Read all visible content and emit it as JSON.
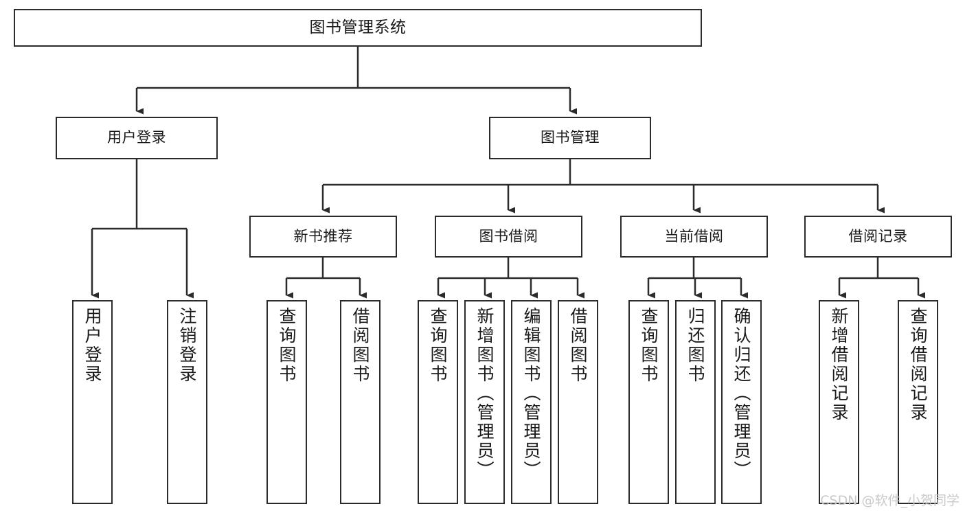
{
  "diagram": {
    "title": "图书管理系统",
    "root": {
      "label": "图书管理系统"
    },
    "tier2": [
      {
        "label": "用户登录"
      },
      {
        "label": "图书管理"
      }
    ],
    "tier3": [
      {
        "label": "新书推荐"
      },
      {
        "label": "图书借阅"
      },
      {
        "label": "当前借阅"
      },
      {
        "label": "借阅记录"
      }
    ],
    "leaves": {
      "user_login": [
        {
          "label": "用户登录"
        },
        {
          "label": "注销登录"
        }
      ],
      "new_book": [
        {
          "label": "查询图书"
        },
        {
          "label": "借阅图书"
        }
      ],
      "book_borrow": [
        {
          "label": "查询图书"
        },
        {
          "label": "新增图书（管理员）"
        },
        {
          "label": "编辑图书（管理员）"
        },
        {
          "label": "借阅图书"
        }
      ],
      "current_borrow": [
        {
          "label": "查询图书"
        },
        {
          "label": "归还图书"
        },
        {
          "label": "确认归还（管理员）"
        }
      ],
      "borrow_record": [
        {
          "label": "新增借阅记录"
        },
        {
          "label": "查询借阅记录"
        }
      ]
    }
  },
  "watermark": {
    "text": "CSDN @软件_小贺同学"
  },
  "colors": {
    "stroke": "#2b2b2b",
    "background": "#ffffff",
    "text": "#1a1a1a",
    "watermark": "#c9c9c9"
  }
}
